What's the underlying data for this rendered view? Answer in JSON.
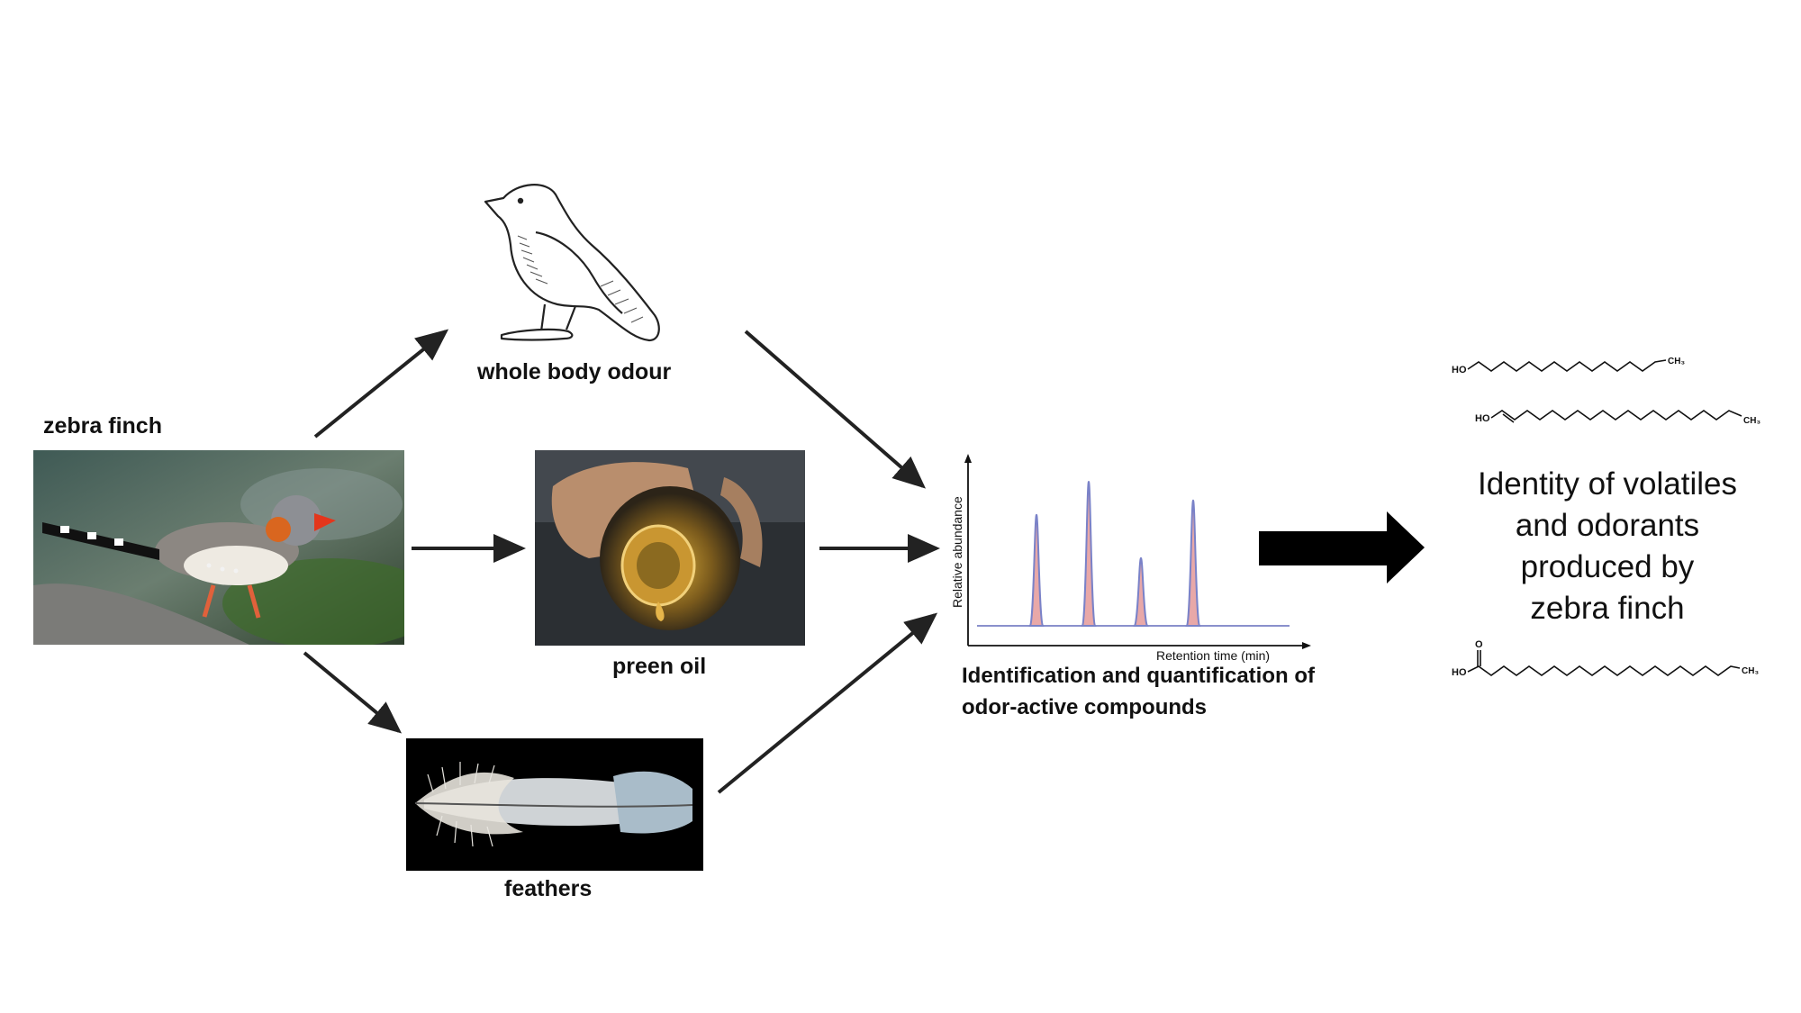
{
  "colors": {
    "arrow": "#222222",
    "big_arrow": "#000000",
    "peak_fill": "#e8a8a8",
    "peak_stroke": "#7a82c8",
    "baseline": "#8a90cc"
  },
  "labels": {
    "zebra_finch": "zebra finch",
    "whole_body_odour": "whole body odour",
    "preen_oil": "preen oil",
    "feathers": "feathers",
    "identification_line1": "Identification and quantification of",
    "identification_line2": "odor-active compounds"
  },
  "chromatogram": {
    "ylabel": "Relative abundance",
    "xlabel": "Retention time (min)",
    "peaks": [
      {
        "retention": 1,
        "abundance": 0.77
      },
      {
        "retention": 2,
        "abundance": 1.0
      },
      {
        "retention": 3,
        "abundance": 0.47
      },
      {
        "retention": 4,
        "abundance": 0.87
      }
    ]
  },
  "result": {
    "lines": [
      "Identity of volatiles",
      "and odorants",
      "produced by",
      "zebra finch"
    ]
  },
  "molecules": [
    {
      "left_group": "HO",
      "right_group": "CH₃"
    },
    {
      "left_group": "HO",
      "right_group": "CH₃"
    },
    {
      "left_group": "HO",
      "top_group": "O",
      "right_group": "CH₃"
    }
  ],
  "icons": [
    "bird-outline-icon",
    "zebra-finch-photo",
    "preen-oil-bottle-photo",
    "feather-photo"
  ]
}
